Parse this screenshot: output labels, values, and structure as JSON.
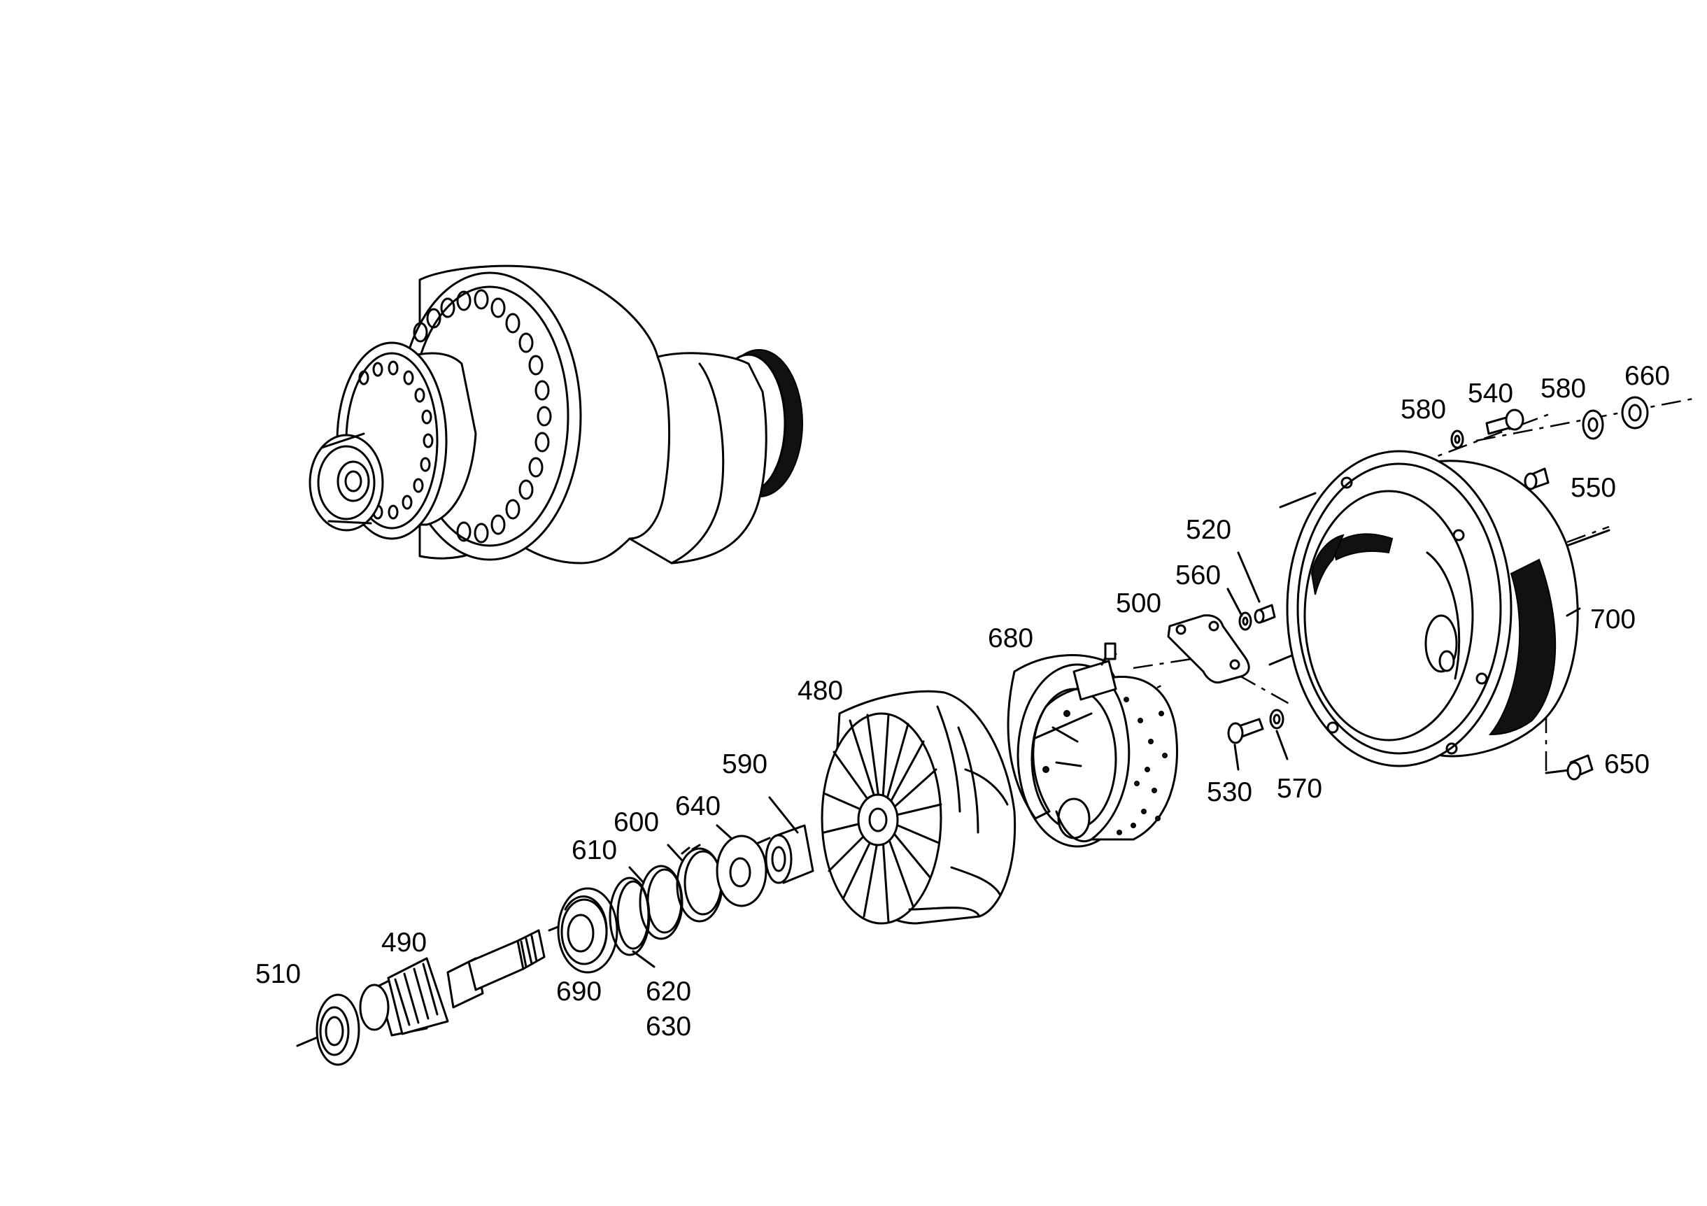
{
  "labels": {
    "p480": "480",
    "p490": "490",
    "p500": "500",
    "p510": "510",
    "p520": "520",
    "p530": "530",
    "p540": "540",
    "p550": "550",
    "p560": "560",
    "p570": "570",
    "p580a": "580",
    "p580b": "580",
    "p590": "590",
    "p600": "600",
    "p610": "610",
    "p620": "620",
    "p630": "630",
    "p640": "640",
    "p650": "650",
    "p660": "660",
    "p680": "680",
    "p690": "690",
    "p700": "700"
  },
  "colors": {
    "line": "#000000",
    "background": "#ffffff"
  }
}
